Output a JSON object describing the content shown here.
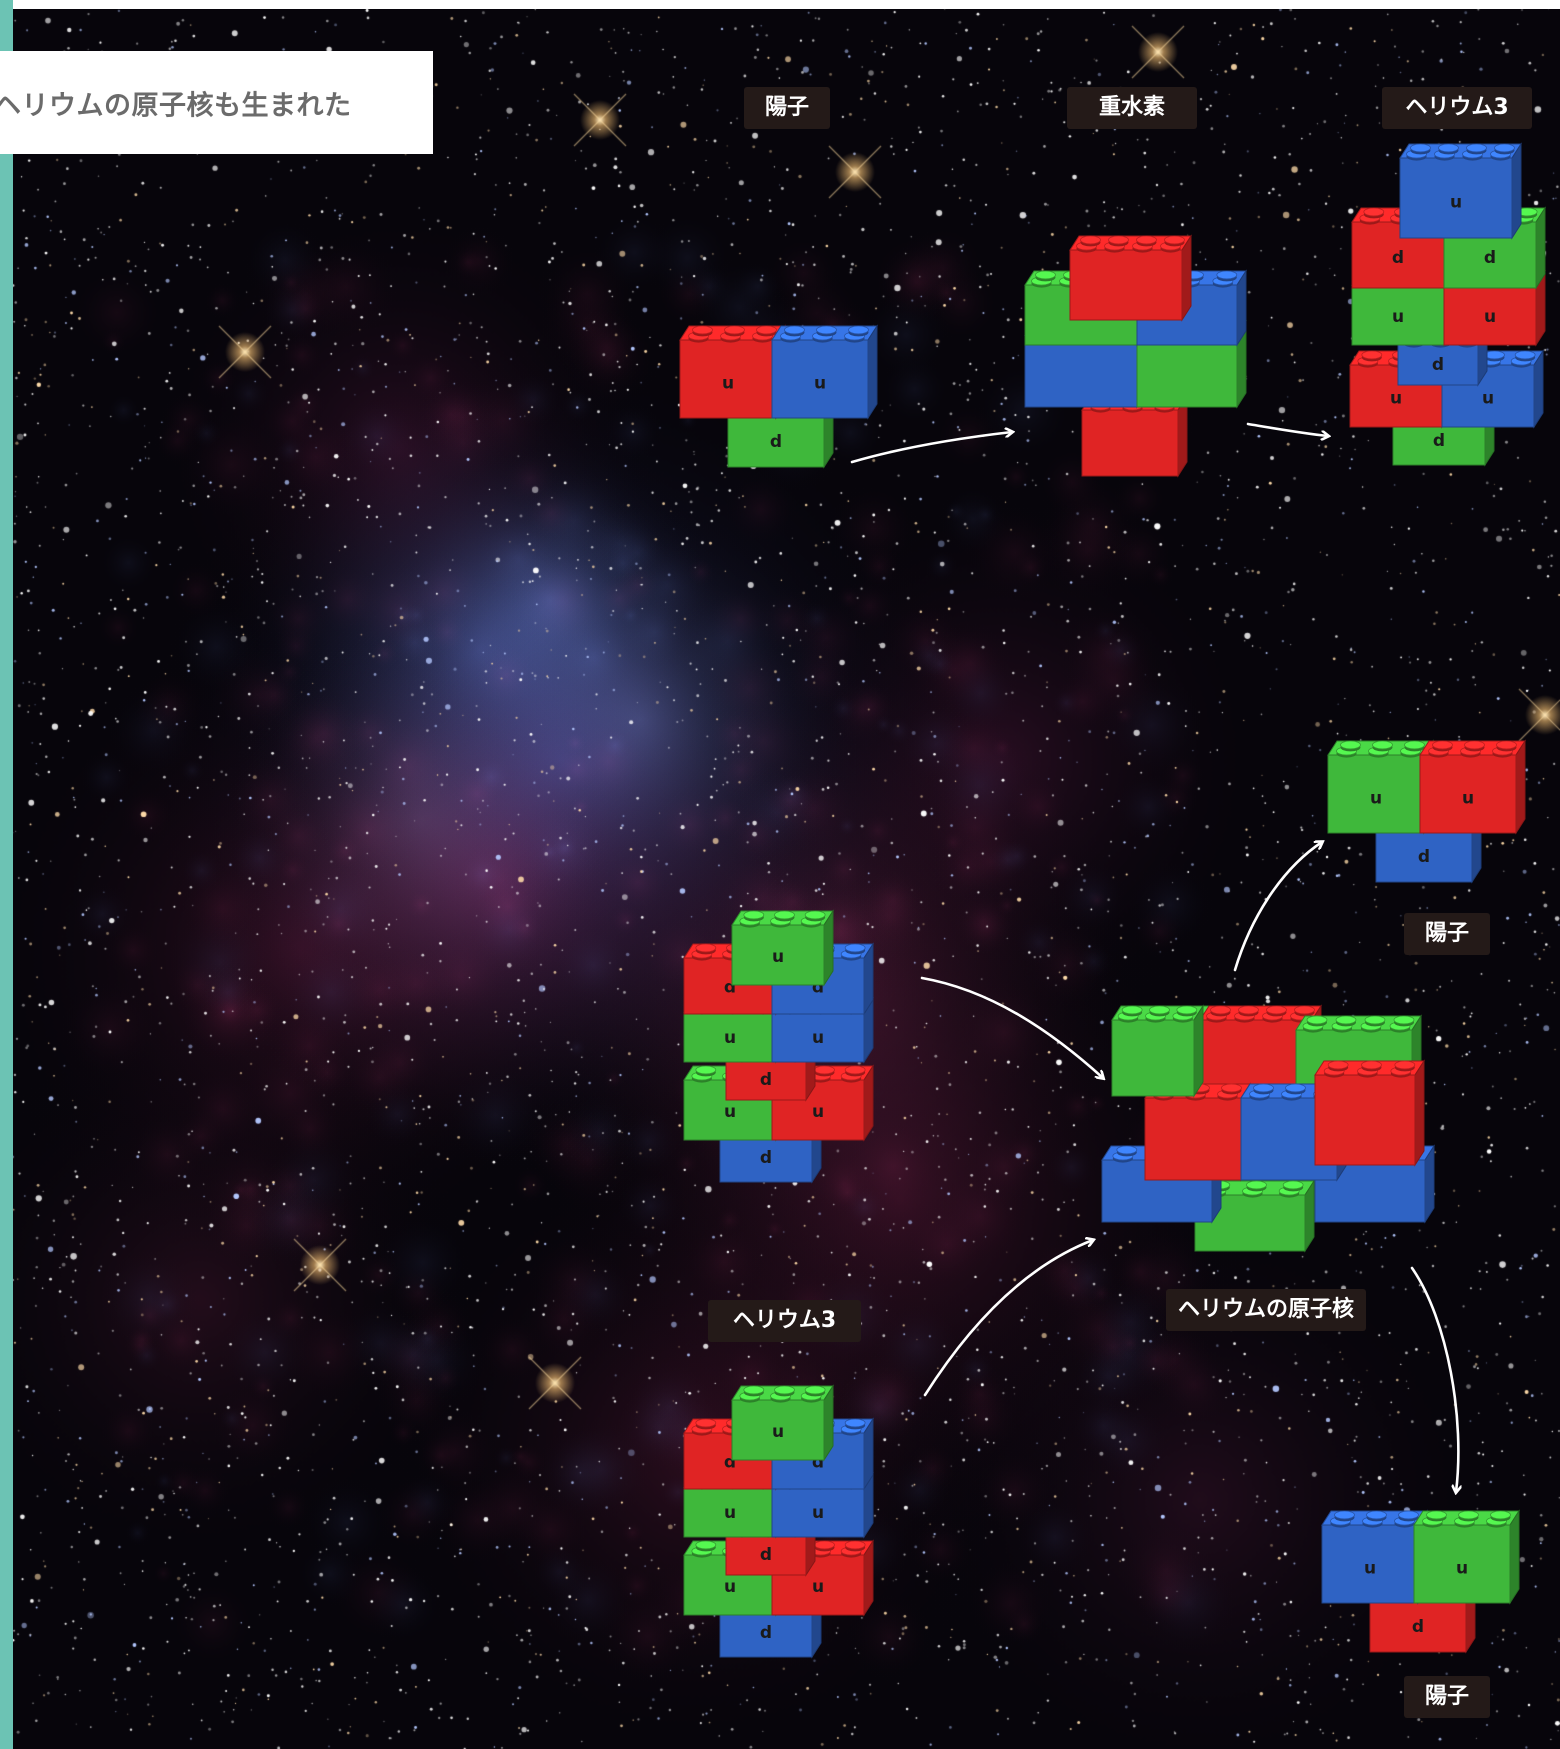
{
  "headline": "ヘリウムの原子核も生まれた",
  "labels": {
    "proton_top": "陽子",
    "deuterium_top": "重水素",
    "helium3_top": "ヘリウム3",
    "helium3_left": "ヘリウム3",
    "helium4": "ヘリウムの原子核",
    "proton_right_upper": "陽子",
    "proton_right_lower": "陽子"
  },
  "quark_letters": {
    "up": "u",
    "down": "d"
  },
  "colors": {
    "red": "#e02424",
    "green": "#3fb83b",
    "blue": "#2f63c4",
    "tag_bg": "#241a18",
    "accent_edge": "#6cc3b4",
    "arrow": "#ffffff"
  },
  "icons": [
    "lego-brick-icon",
    "arrow-icon"
  ]
}
